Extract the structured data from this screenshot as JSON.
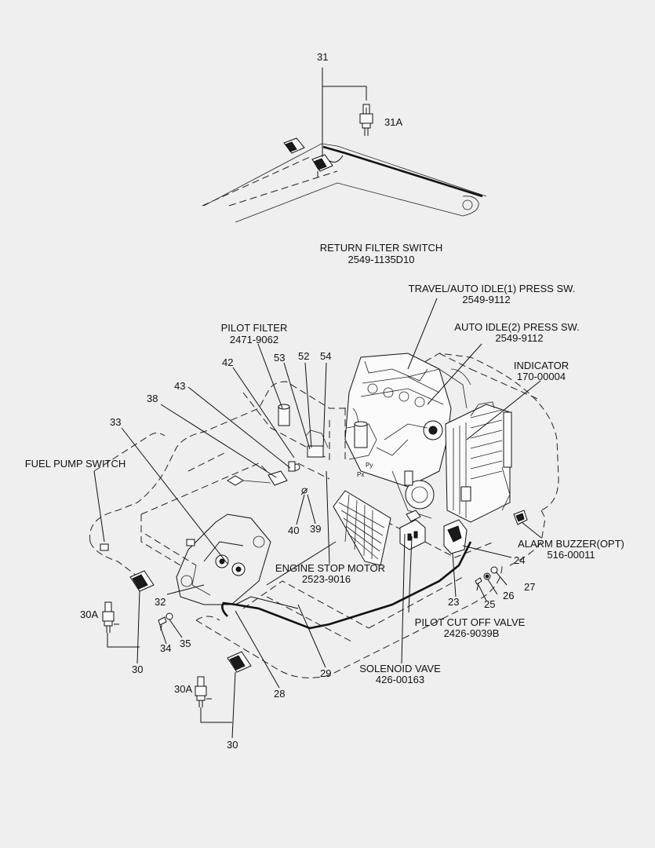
{
  "components": {
    "return_filter_switch": {
      "name": "RETURN FILTER SWITCH",
      "part_no": "2549-1135D10"
    },
    "travel_auto_idle_1": {
      "name": "TRAVEL/AUTO IDLE(1) PRESS SW.",
      "part_no": "2549-9112"
    },
    "auto_idle_2": {
      "name": "AUTO IDLE(2) PRESS SW.",
      "part_no": "2549-9112"
    },
    "pilot_filter": {
      "name": "PILOT FILTER",
      "part_no": "2471-9062"
    },
    "indicator": {
      "name": "INDICATOR",
      "part_no": "170-00004"
    },
    "fuel_pump_switch": {
      "name": "FUEL PUMP SWITCH"
    },
    "alarm_buzzer": {
      "name": "ALARM BUZZER(OPT)",
      "part_no": "516-00011"
    },
    "engine_stop_motor": {
      "name": "ENGINE STOP MOTOR",
      "part_no": "2523-9016"
    },
    "pilot_cut_off_valve": {
      "name": "PILOT CUT OFF VALVE",
      "part_no": "2426-9039B"
    },
    "solenoid_valve": {
      "name": "SOLENOID VAVE",
      "part_no": "426-00163"
    }
  },
  "callouts": {
    "c31": "31",
    "c31a": "31A",
    "c42": "42",
    "c53": "53",
    "c52": "52",
    "c54": "54",
    "c43": "43",
    "c38": "38",
    "c33": "33",
    "c40": "40",
    "c39": "39",
    "c24": "24",
    "c27": "27",
    "c26": "26",
    "c25": "25",
    "c23": "23",
    "c32": "32",
    "c30a_left": "30A",
    "c34": "34",
    "c35": "35",
    "c30_left": "30",
    "c29": "29",
    "c28": "28",
    "c30a_bottom": "30A",
    "c30_bottom": "30",
    "px": "Px",
    "py": "Py"
  }
}
